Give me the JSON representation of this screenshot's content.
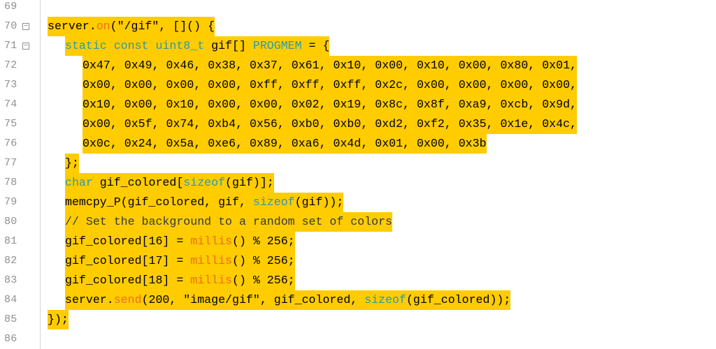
{
  "colors": {
    "highlight": "#ffcc00",
    "keyword": "#2e9aa5",
    "function": "#ee6d22",
    "comment": "#343a46",
    "line_number": "#8f8f8f"
  },
  "lines": [
    {
      "num": "69",
      "indent": 0,
      "fold": false,
      "highlight": false,
      "tokens": []
    },
    {
      "num": "70",
      "indent": 0,
      "fold": true,
      "highlight": true,
      "tokens": [
        {
          "t": "server.",
          "c": "p"
        },
        {
          "t": "on",
          "c": "f"
        },
        {
          "t": "(\"/gif\", []() {",
          "c": "p"
        }
      ]
    },
    {
      "num": "71",
      "indent": 1,
      "fold": true,
      "highlight": true,
      "tokens": [
        {
          "t": "static const uint8_t ",
          "c": "k"
        },
        {
          "t": "gif[] ",
          "c": "p"
        },
        {
          "t": "PROGMEM",
          "c": "k"
        },
        {
          "t": " = {",
          "c": "p"
        }
      ]
    },
    {
      "num": "72",
      "indent": 2,
      "fold": false,
      "highlight": true,
      "tokens": [
        {
          "t": "0x47, 0x49, 0x46, 0x38, 0x37, 0x61, 0x10, 0x00, 0x10, 0x00, 0x80, 0x01,",
          "c": "p"
        }
      ]
    },
    {
      "num": "73",
      "indent": 2,
      "fold": false,
      "highlight": true,
      "tokens": [
        {
          "t": "0x00, 0x00, 0x00, 0x00, 0xff, 0xff, 0xff, 0x2c, 0x00, 0x00, 0x00, 0x00,",
          "c": "p"
        }
      ]
    },
    {
      "num": "74",
      "indent": 2,
      "fold": false,
      "highlight": true,
      "tokens": [
        {
          "t": "0x10, 0x00, 0x10, 0x00, 0x00, 0x02, 0x19, 0x8c, 0x8f, 0xa9, 0xcb, 0x9d,",
          "c": "p"
        }
      ]
    },
    {
      "num": "75",
      "indent": 2,
      "fold": false,
      "highlight": true,
      "tokens": [
        {
          "t": "0x00, 0x5f, 0x74, 0xb4, 0x56, 0xb0, 0xb0, 0xd2, 0xf2, 0x35, 0x1e, 0x4c,",
          "c": "p"
        }
      ]
    },
    {
      "num": "76",
      "indent": 2,
      "fold": false,
      "highlight": true,
      "tokens": [
        {
          "t": "0x0c, 0x24, 0x5a, 0xe6, 0x89, 0xa6, 0x4d, 0x01, 0x00, 0x3b",
          "c": "p"
        }
      ]
    },
    {
      "num": "77",
      "indent": 1,
      "fold": false,
      "highlight": true,
      "tokens": [
        {
          "t": "};",
          "c": "p"
        }
      ]
    },
    {
      "num": "78",
      "indent": 1,
      "fold": false,
      "highlight": true,
      "tokens": [
        {
          "t": "char ",
          "c": "k"
        },
        {
          "t": "gif_colored[",
          "c": "p"
        },
        {
          "t": "sizeof",
          "c": "k"
        },
        {
          "t": "(gif)];",
          "c": "p"
        }
      ]
    },
    {
      "num": "79",
      "indent": 1,
      "fold": false,
      "highlight": true,
      "tokens": [
        {
          "t": "memcpy_P(gif_colored, gif, ",
          "c": "p"
        },
        {
          "t": "sizeof",
          "c": "k"
        },
        {
          "t": "(gif));",
          "c": "p"
        }
      ]
    },
    {
      "num": "80",
      "indent": 1,
      "fold": false,
      "highlight": true,
      "tokens": [
        {
          "t": "// Set the background to a random set of colors",
          "c": "c"
        }
      ]
    },
    {
      "num": "81",
      "indent": 1,
      "fold": false,
      "highlight": true,
      "tokens": [
        {
          "t": "gif_colored[16] = ",
          "c": "p"
        },
        {
          "t": "millis",
          "c": "f"
        },
        {
          "t": "() % 256;",
          "c": "p"
        }
      ]
    },
    {
      "num": "82",
      "indent": 1,
      "fold": false,
      "highlight": true,
      "tokens": [
        {
          "t": "gif_colored[17] = ",
          "c": "p"
        },
        {
          "t": "millis",
          "c": "f"
        },
        {
          "t": "() % 256;",
          "c": "p"
        }
      ]
    },
    {
      "num": "83",
      "indent": 1,
      "fold": false,
      "highlight": true,
      "tokens": [
        {
          "t": "gif_colored[18] = ",
          "c": "p"
        },
        {
          "t": "millis",
          "c": "f"
        },
        {
          "t": "() % 256;",
          "c": "p"
        }
      ]
    },
    {
      "num": "84",
      "indent": 1,
      "fold": false,
      "highlight": true,
      "tokens": [
        {
          "t": "server.",
          "c": "p"
        },
        {
          "t": "send",
          "c": "f"
        },
        {
          "t": "(200, \"image/gif\", gif_colored, ",
          "c": "p"
        },
        {
          "t": "sizeof",
          "c": "k"
        },
        {
          "t": "(gif_colored));",
          "c": "p"
        }
      ]
    },
    {
      "num": "85",
      "indent": 0,
      "fold": false,
      "highlight": true,
      "tokens": [
        {
          "t": "});",
          "c": "p"
        }
      ]
    },
    {
      "num": "86",
      "indent": 0,
      "fold": false,
      "highlight": false,
      "tokens": []
    }
  ]
}
